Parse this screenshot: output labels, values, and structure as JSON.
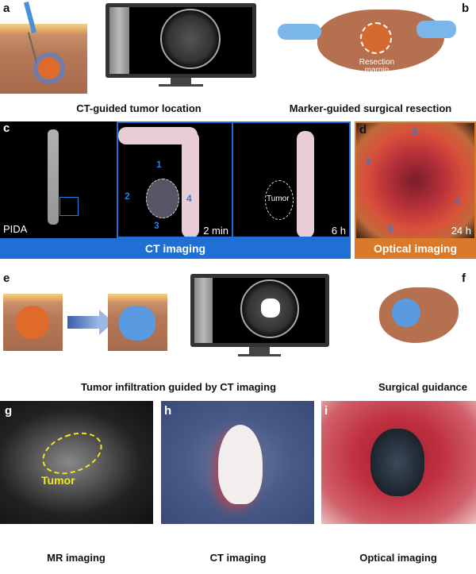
{
  "panels": {
    "a": {
      "label": "a",
      "caption": "CT-guided tumor location"
    },
    "b": {
      "label": "b",
      "caption": "Marker-guided surgical resection",
      "annotation": "Resection margin"
    },
    "c": {
      "label": "c",
      "agent": "PIDA",
      "time_1": "2 min",
      "time_2": "6 h",
      "markers": [
        "1",
        "2",
        "3",
        "4"
      ],
      "tumor_label": "Tumor",
      "bar": "CT imaging"
    },
    "d": {
      "label": "d",
      "markers": [
        "1",
        "2",
        "3",
        "4"
      ],
      "time": "24 h",
      "bar": "Optical imaging"
    },
    "e": {
      "label": "e",
      "caption": "Tumor infiltration guided by CT imaging"
    },
    "f": {
      "label": "f",
      "caption": "Surgical guidance"
    },
    "g": {
      "label": "g",
      "tumor_label": "Tumor",
      "caption": "MR imaging"
    },
    "h": {
      "label": "h",
      "caption": "CT imaging"
    },
    "i": {
      "label": "i",
      "caption": "Optical imaging"
    }
  },
  "colors": {
    "ct_bar": "#1f6fd6",
    "optical_bar": "#d97a2a",
    "marker": "#2a7de1",
    "tumor_mr": "#f2ea12"
  }
}
